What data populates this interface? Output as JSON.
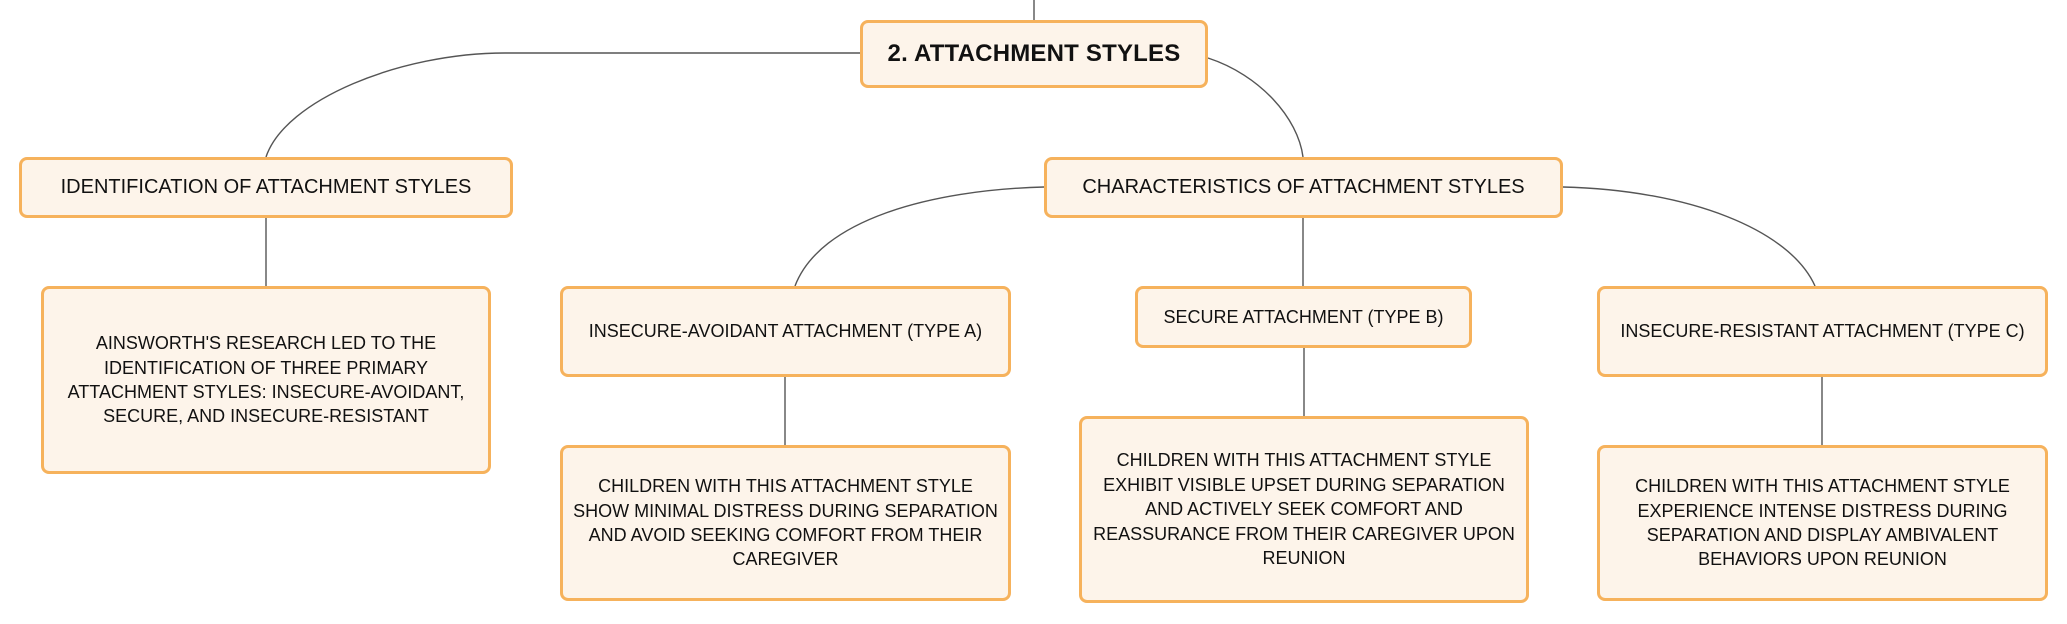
{
  "root": {
    "label": "2. ATTACHMENT STYLES"
  },
  "branches": {
    "identification": {
      "label": "IDENTIFICATION OF ATTACHMENT STYLES",
      "detail": "AINSWORTH'S RESEARCH LED TO THE IDENTIFICATION OF THREE PRIMARY ATTACHMENT STYLES: INSECURE-AVOIDANT, SECURE, AND INSECURE-RESISTANT"
    },
    "characteristics": {
      "label": "CHARACTERISTICS OF ATTACHMENT STYLES",
      "types": {
        "a": {
          "label": "INSECURE-AVOIDANT ATTACHMENT (TYPE A)",
          "detail": "CHILDREN WITH THIS ATTACHMENT STYLE SHOW MINIMAL DISTRESS DURING SEPARATION AND AVOID SEEKING COMFORT FROM THEIR CAREGIVER"
        },
        "b": {
          "label": "SECURE ATTACHMENT (TYPE B)",
          "detail": "CHILDREN WITH THIS ATTACHMENT STYLE EXHIBIT VISIBLE UPSET DURING SEPARATION AND ACTIVELY SEEK COMFORT AND REASSURANCE FROM THEIR CAREGIVER UPON REUNION"
        },
        "c": {
          "label": "INSECURE-RESISTANT ATTACHMENT (TYPE C)",
          "detail": "CHILDREN WITH THIS ATTACHMENT STYLE EXPERIENCE INTENSE DISTRESS DURING SEPARATION AND DISPLAY AMBIVALENT BEHAVIORS UPON REUNION"
        }
      }
    }
  },
  "colors": {
    "node_fill": "#fdf4ea",
    "node_border": "#f6b25c",
    "connector": "#555555",
    "text": "#111111"
  }
}
